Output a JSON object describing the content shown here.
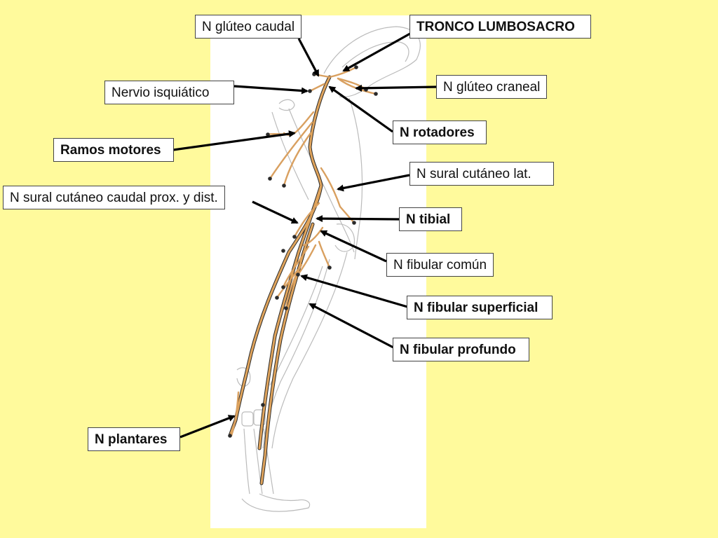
{
  "colors": {
    "background": "#fffa9c",
    "panel": "#ffffff",
    "nerve": "#e0a45c",
    "nerve_outline": "#2a2a2a",
    "bone": "#bbbbbb",
    "arrow": "#000000"
  },
  "labels": {
    "gluteo_caudal": "N glúteo caudal",
    "tronco_lumbosacro": "TRONCO LUMBOSACRO",
    "gluteo_craneal": "N glúteo craneal",
    "isquiatico": "Nervio isquiático",
    "rotadores": "N rotadores",
    "ramos_motores": "Ramos motores",
    "sural_lat": "N sural cutáneo lat.",
    "sural_caudal": "N sural cutáneo caudal prox. y dist.",
    "tibial": "N tibial",
    "fibular_comun": "N fibular común",
    "fibular_superficial": "N fibular superficial",
    "fibular_profundo": "N fibular profundo",
    "plantares": "N plantares"
  }
}
